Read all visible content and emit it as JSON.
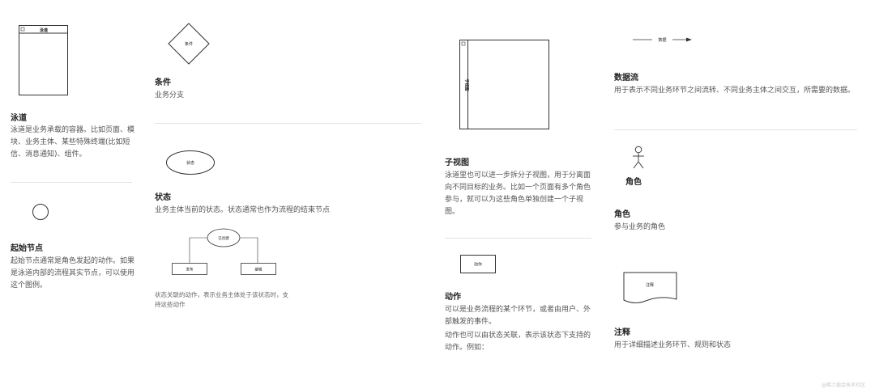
{
  "swimlane": {
    "shape_label": "泳道",
    "title": "泳道",
    "desc": "泳道是业务承载的容器。比如页面、模块、业务主体、某些特殊终端(比如短信、消息通知)、组件。"
  },
  "start_node": {
    "title": "起始节点",
    "desc": "起始节点通常是角色发起的动作。如果是泳道内部的流程其实节点，可以使用这个图例。"
  },
  "condition": {
    "shape_label": "条件",
    "title": "条件",
    "desc": "业务分支"
  },
  "state": {
    "shape_label": "状态",
    "title": "状态",
    "desc": "业务主体当前的状态。状态通常也作为流程的结束节点",
    "example": {
      "state_label": "已创建",
      "action_left": "发布",
      "action_right": "编辑",
      "note": "状态关联的动作，表示业务主体处于该状态时，支持这些动作"
    }
  },
  "subview": {
    "shape_label": "子视图",
    "title": "子视图",
    "desc": "泳道里也可以进一步拆分子视图，用于分离面向不同目标的业务。比如一个页面有多个角色参与，就可以为这些角色单独创建一个子视图。"
  },
  "action": {
    "shape_label": "动作",
    "title": "动作",
    "desc1": "可以是业务流程的某个环节，或者由用户、外部触发的事件。",
    "desc2": "动作也可以由状态关联，表示该状态下支持的动作。例如："
  },
  "dataflow": {
    "shape_label": "数据",
    "title": "数据流",
    "desc": "用于表示不同业务环节之间流转、不同业务主体之间交互，所需要的数据。"
  },
  "role": {
    "shape_label": "角色",
    "title": "角色",
    "desc": "参与业务的角色"
  },
  "annotation": {
    "shape_label": "注释",
    "title": "注释",
    "desc": "用于详细描述业务环节、规则和状态"
  },
  "watermark": "@稀土掘金技术社区"
}
